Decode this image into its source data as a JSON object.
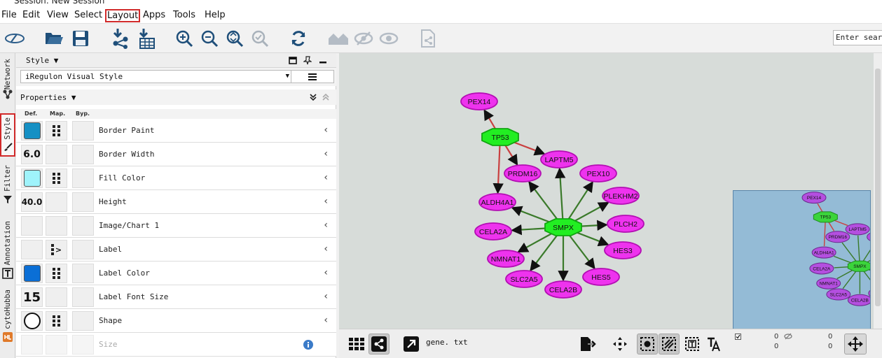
{
  "window": {
    "title": "Session: New Session"
  },
  "menu": [
    "File",
    "Edit",
    "View",
    "Select",
    "Layout",
    "Apps",
    "Tools",
    "Help"
  ],
  "menu_highlighted": "Layout",
  "toolbar": {
    "search_placeholder": "Enter search",
    "icons": [
      "cytoscape-logo-icon",
      "open-folder-icon",
      "save-icon",
      "import-network-icon",
      "import-table-icon",
      "zoom-in-icon",
      "zoom-out-icon",
      "zoom-fit-icon",
      "zoom-selected-icon",
      "refresh-icon",
      "home-icon",
      "hide-icon",
      "show-icon",
      "export-icon"
    ]
  },
  "sidetabs": [
    "Network",
    "Style",
    "Filter",
    "Annotation",
    "cytoHubba"
  ],
  "sidetab_selected": "Style",
  "style_panel": {
    "header": "Style ▼",
    "visual_style": "iRegulon Visual Style",
    "properties_label": "Properties ▼",
    "columns": [
      "Def.",
      "Map.",
      "Byp."
    ],
    "rows": [
      {
        "label": "Border Paint",
        "def_color": "#1590c4",
        "mapping": "continuous"
      },
      {
        "label": "Border Width",
        "def_value": "6.0"
      },
      {
        "label": "Fill Color",
        "def_color": "#9ff3fb",
        "mapping": "continuous"
      },
      {
        "label": "Height",
        "def_value": "40.0"
      },
      {
        "label": "Image/Chart 1"
      },
      {
        "label": "Label",
        "mapping": "passthrough"
      },
      {
        "label": "Label Color",
        "def_color": "#0b6fd6",
        "mapping": "continuous"
      },
      {
        "label": "Label Font Size",
        "def_value": "15"
      },
      {
        "label": "Shape",
        "def_shape": "ellipse",
        "mapping": "continuous"
      },
      {
        "label": "Size",
        "disabled": true
      }
    ]
  },
  "network": {
    "nodes": [
      {
        "id": "PEX14",
        "shape": "ellipse"
      },
      {
        "id": "TP53",
        "shape": "octagon"
      },
      {
        "id": "LAPTM5",
        "shape": "ellipse"
      },
      {
        "id": "PRDM16",
        "shape": "ellipse"
      },
      {
        "id": "PEX10",
        "shape": "ellipse"
      },
      {
        "id": "PLEKHM2",
        "shape": "ellipse"
      },
      {
        "id": "ALDH4A1",
        "shape": "ellipse"
      },
      {
        "id": "SMPX",
        "shape": "octagon"
      },
      {
        "id": "PLCH2",
        "shape": "ellipse"
      },
      {
        "id": "CELA2A",
        "shape": "ellipse"
      },
      {
        "id": "HES3",
        "shape": "ellipse"
      },
      {
        "id": "NMNAT1",
        "shape": "ellipse"
      },
      {
        "id": "HES5",
        "shape": "ellipse"
      },
      {
        "id": "SLC2A5",
        "shape": "ellipse"
      },
      {
        "id": "CELA2B",
        "shape": "ellipse"
      }
    ],
    "edges": [
      [
        "TP53",
        "PEX14",
        "red"
      ],
      [
        "TP53",
        "LAPTM5",
        "red"
      ],
      [
        "TP53",
        "PRDM16",
        "red"
      ],
      [
        "TP53",
        "ALDH4A1",
        "red"
      ],
      [
        "SMPX",
        "PRDM16",
        "green"
      ],
      [
        "SMPX",
        "LAPTM5",
        "green"
      ],
      [
        "SMPX",
        "PEX10",
        "green"
      ],
      [
        "SMPX",
        "PLEKHM2",
        "green"
      ],
      [
        "SMPX",
        "ALDH4A1",
        "green"
      ],
      [
        "SMPX",
        "PLCH2",
        "green"
      ],
      [
        "SMPX",
        "CELA2A",
        "green"
      ],
      [
        "SMPX",
        "HES3",
        "green"
      ],
      [
        "SMPX",
        "NMNAT1",
        "green"
      ],
      [
        "SMPX",
        "HES5",
        "green"
      ],
      [
        "SMPX",
        "SLC2A5",
        "green"
      ],
      [
        "SMPX",
        "CELA2B",
        "green"
      ]
    ],
    "colors": {
      "target_fill": "#ee33ee",
      "target_border": "#b30fb3",
      "regulator_fill": "#22ee22",
      "regulator_border": "#11a511",
      "edge_red": "#c94040",
      "edge_green": "#3a7a2a",
      "overview_target": "#b44fe0",
      "overview_regulator": "#3bd43b"
    }
  },
  "bottombar": {
    "filename": "gene. txt",
    "stats": {
      "nodes_selected": "0",
      "nodes_total": "0",
      "edges_selected": "0",
      "edges_total": "0"
    }
  }
}
